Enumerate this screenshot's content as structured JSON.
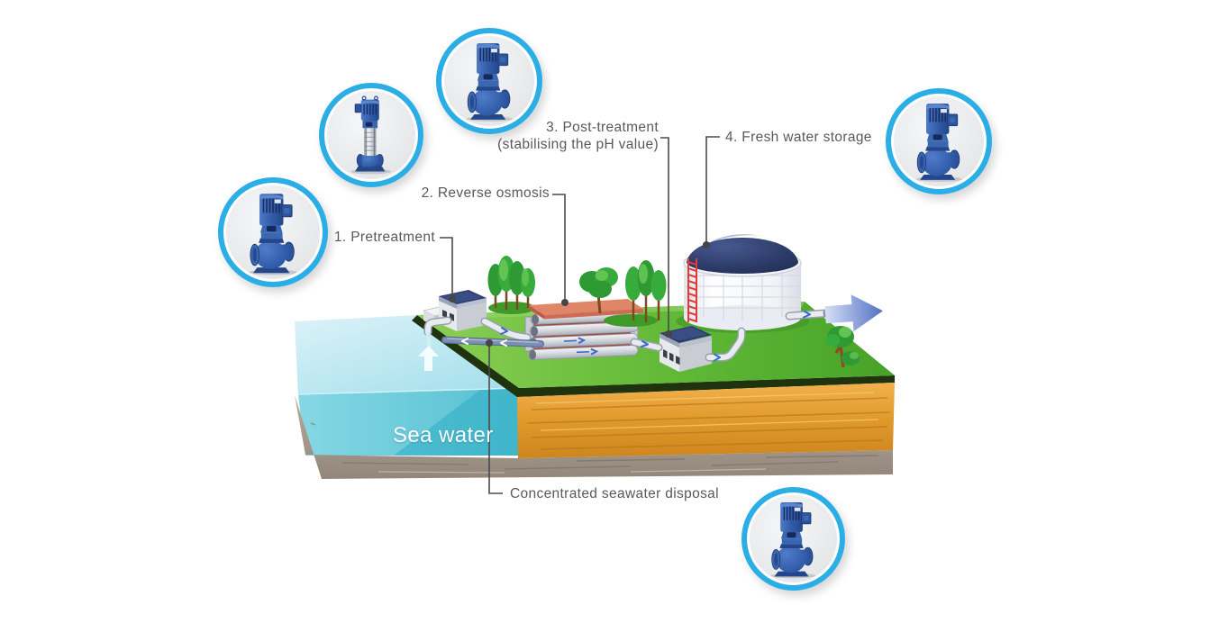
{
  "figure": {
    "type": "process-diagram",
    "subject": "Seawater desalination plant",
    "labels": {
      "step1": "1. Pretreatment",
      "step2": "2. Reverse osmosis",
      "step3_line1": "3. Post-treatment",
      "step3_line2": "(stabilising the pH value)",
      "step4": "4. Fresh water storage",
      "sea_water": "Sea water",
      "disposal": "Concentrated seawater disposal"
    },
    "icons": {
      "pump_top": "vertical-inline-pump-icon",
      "pump_mid_left": "vertical-multistage-pump-icon",
      "pump_left": "vertical-inline-pump-icon",
      "pump_right": "vertical-inline-pump-icon",
      "pump_bottom": "vertical-inline-pump-icon"
    },
    "colors": {
      "accent_ring": "#2aaee5",
      "pump_blue": "#2f5aa8",
      "grass": "#5fb93a",
      "soil": "#e09a2b",
      "sea": "#5ec5d8",
      "tank_dome": "#2b3a66",
      "ro_canopy": "#e08668",
      "ladder_red": "#e23b38",
      "label_text": "#58595b"
    }
  }
}
